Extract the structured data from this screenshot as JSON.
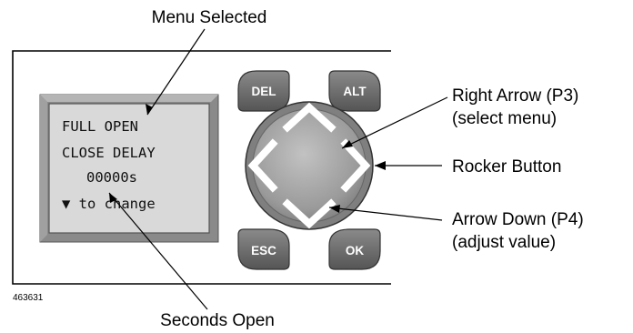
{
  "callouts": {
    "menu_selected": "Menu Selected",
    "seconds_open": "Seconds Open",
    "right_arrow": "Right Arrow (P3)",
    "right_arrow_sub": "(select menu)",
    "rocker_button": "Rocker Button",
    "arrow_down": "Arrow Down (P4)",
    "arrow_down_sub": "(adjust value)"
  },
  "lcd": {
    "line1": "FULL OPEN",
    "line2": "CLOSE DELAY",
    "line3": "00000s",
    "line4": "▼ to change"
  },
  "buttons": {
    "del": "DEL",
    "alt": "ALT",
    "esc": "ESC",
    "ok": "OK"
  },
  "figure_id": "463631",
  "colors": {
    "lcd_background": "#d9d9d9",
    "lcd_bezel": "#7a7a7a",
    "button_fill": "#6e6e6e",
    "rocker_outer": "#8c8c8c",
    "rocker_inner": "#a6a6a6",
    "arrow_color": "#ffffff"
  },
  "icons": {
    "rocker_up": "chevron-up-icon",
    "rocker_right": "chevron-right-icon",
    "rocker_down": "chevron-down-icon",
    "rocker_left": "chevron-left-icon",
    "lcd_down": "triangle-down-icon"
  }
}
